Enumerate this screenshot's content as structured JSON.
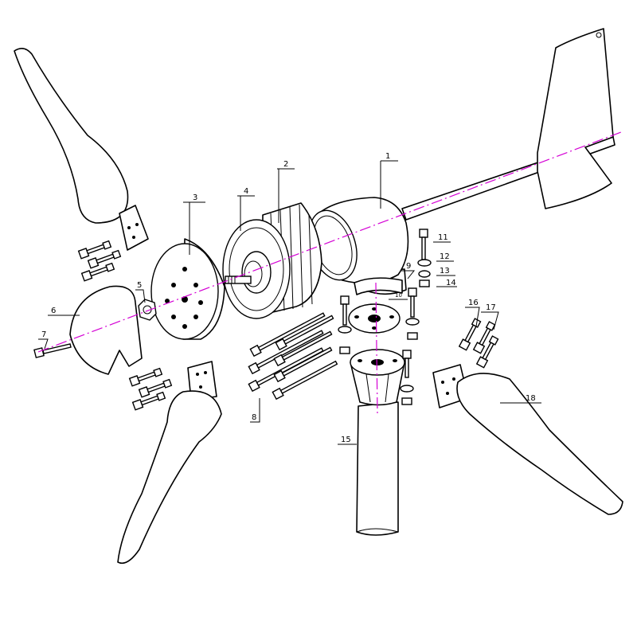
{
  "diagram": {
    "callouts": [
      "1",
      "2",
      "3",
      "4",
      "5",
      "6",
      "7",
      "8",
      "9",
      "10",
      "11",
      "12",
      "13",
      "14",
      "15",
      "16",
      "17",
      "18"
    ],
    "colors": {
      "line": "#000000",
      "axis": "#d400d4",
      "background": "#ffffff"
    }
  }
}
